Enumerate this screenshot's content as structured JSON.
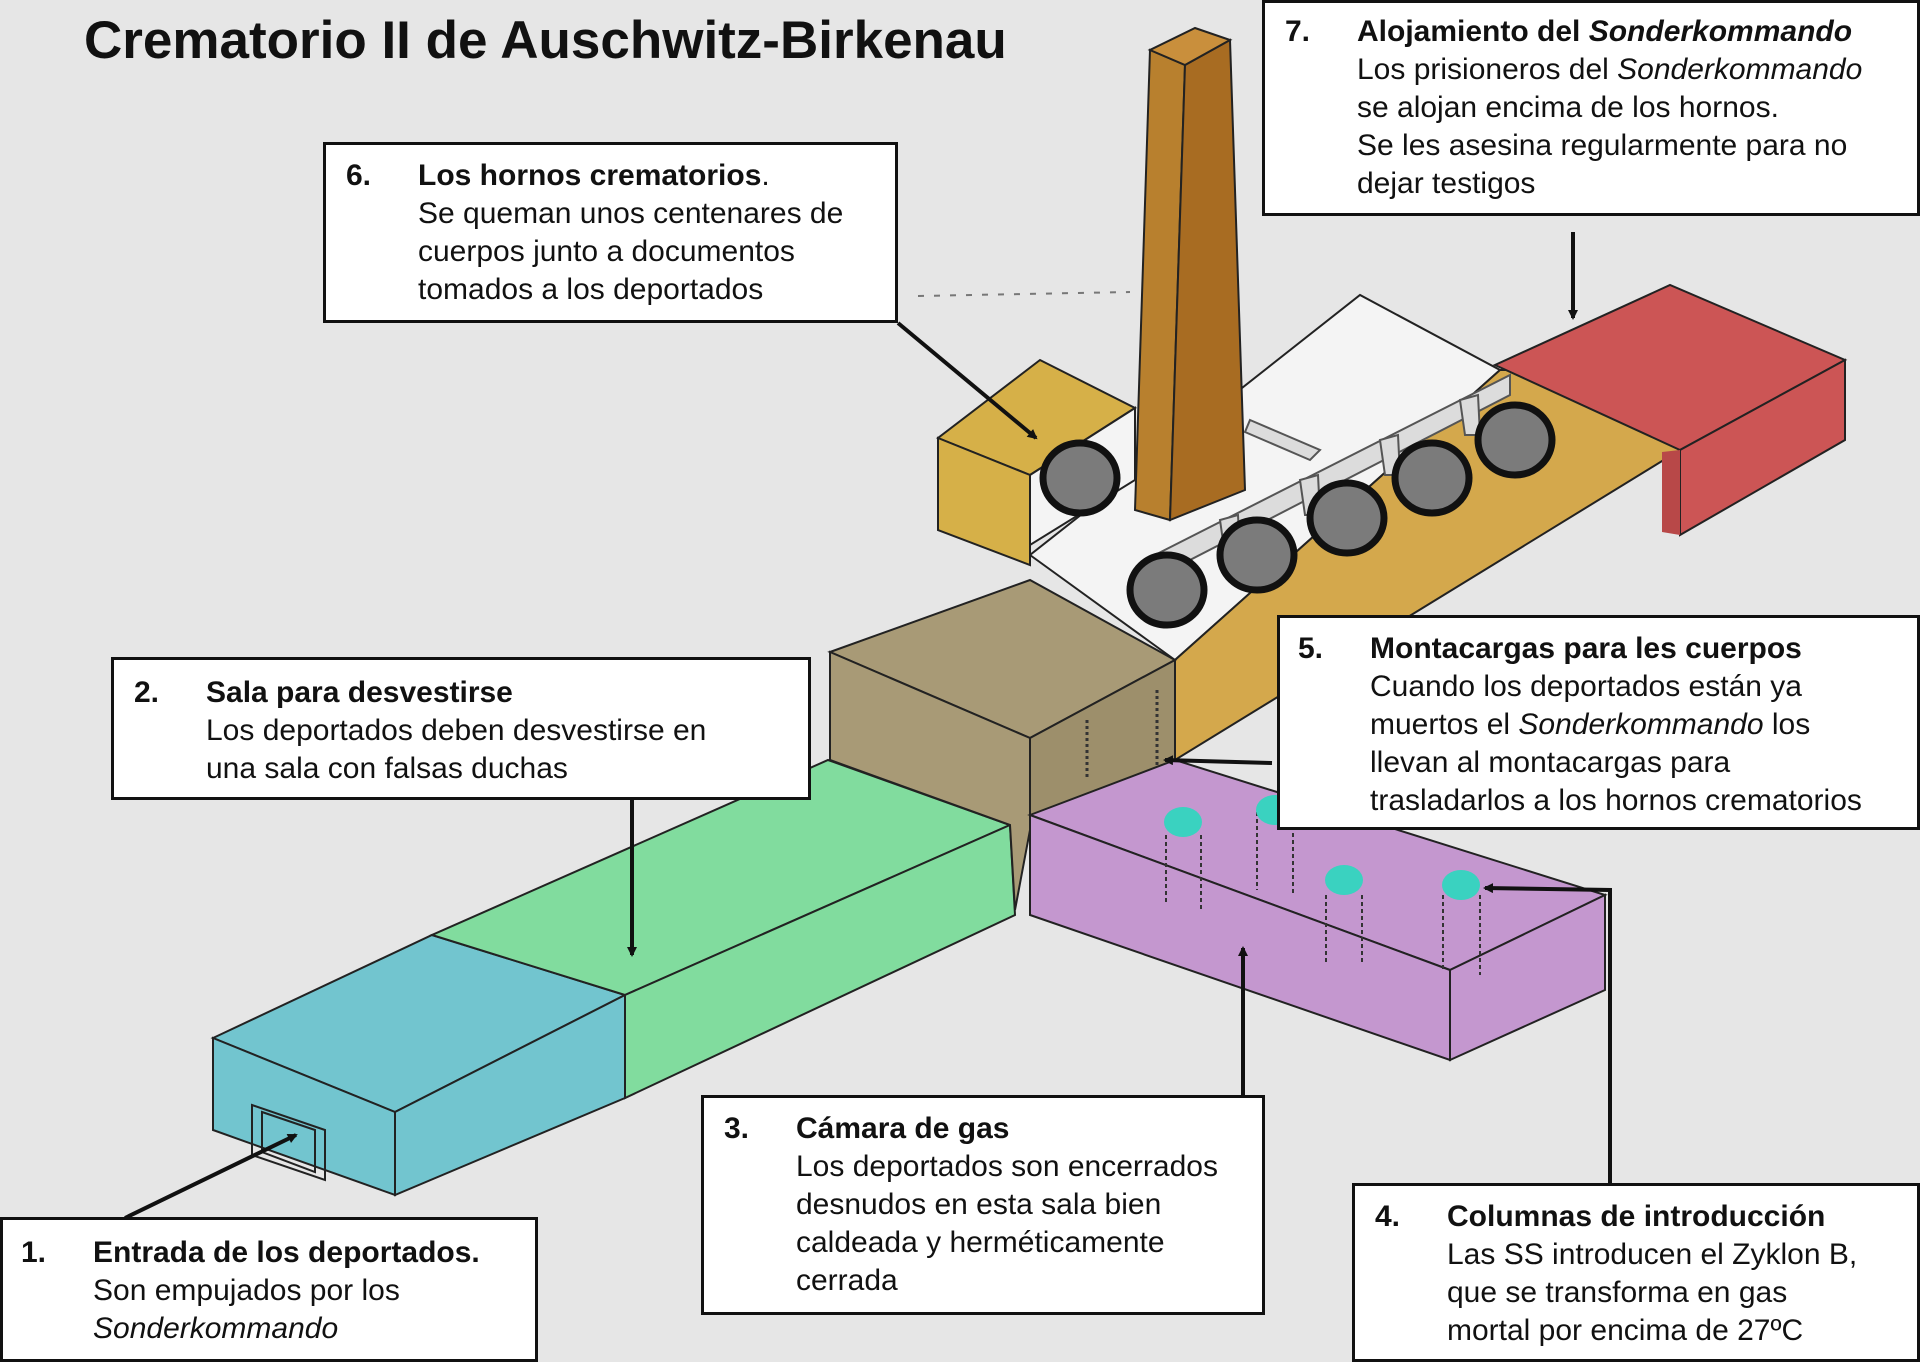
{
  "title": "Crematorio II de Auschwitz-Birkenau",
  "callouts": {
    "c1": {
      "number": "1.",
      "heading": "Entrada de los deportados.",
      "line1": "Son empujados por los",
      "line2": "Sonderkommando"
    },
    "c2": {
      "number": "2.",
      "heading": "Sala para desvestirse",
      "line1": "Los deportados deben desvestirse en",
      "line2": "una sala con falsas duchas"
    },
    "c3": {
      "number": "3.",
      "heading": "Cámara de gas",
      "line1": "Los deportados son encerrados",
      "line2": "desnudos en esta sala bien",
      "line3": "caldeada y herméticamente",
      "line4": "cerrada"
    },
    "c4": {
      "number": "4.",
      "heading": "Columnas de introducción",
      "line1": "Las SS introducen el Zyklon B,",
      "line2": "que se transforma en gas",
      "line3": "mortal por encima de 27ºC"
    },
    "c5": {
      "number": "5.",
      "heading": "Montacargas para les cuerpos",
      "line1": "Cuando los deportados están ya",
      "line2a": "muertos el ",
      "line2b": "Sonderkommando",
      "line2c": " los",
      "line3": "llevan al montacargas para",
      "line4": "trasladarlos a los hornos crematorios"
    },
    "c6": {
      "number": "6.",
      "heading": "Los hornos crematorios",
      "heading_suffix": ".",
      "line1": "Se queman unos centenares de",
      "line2": "cuerpos junto a documentos",
      "line3": "tomados a los deportados"
    },
    "c7": {
      "number": "7.",
      "heading_a": "Alojamiento del ",
      "heading_b": "Sonderkommando",
      "line1a": "Los prisioneros del ",
      "line1b": "Sonderkommando",
      "line2": "se alojan encima de los hornos.",
      "line3": "Se les asesina regularmente para no",
      "line4": "dejar testigos"
    }
  },
  "colors": {
    "background": "#e6e6e6",
    "entrance_block": "#72c5cf",
    "undressing_room": "#81dc9e",
    "central_block": "#a89a76",
    "gas_chamber": "#c497cf",
    "oven_hall": "#d4a84c",
    "oven_wing": "#d6b048",
    "sonderkommando_quarters": "#cc5555",
    "chimney": "#b07428",
    "ovens": "#7b7b7b",
    "zyklon_columns": "#3ad2c0"
  }
}
